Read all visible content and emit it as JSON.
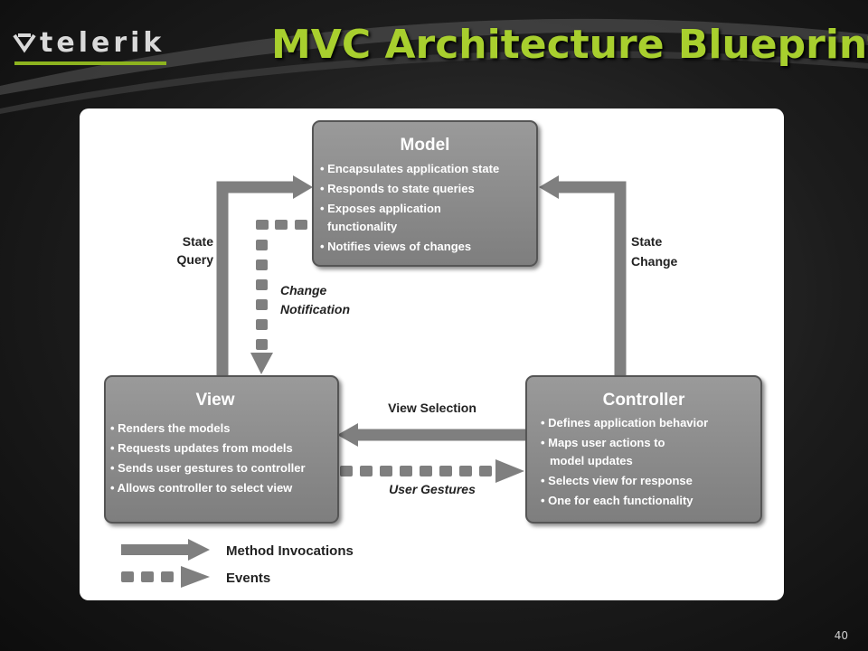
{
  "header": {
    "logo_text": "telerik",
    "title": "MVC Architecture Blueprint"
  },
  "diagram": {
    "model": {
      "title": "Model",
      "bullets": [
        "• Encapsulates application state",
        "• Responds to state queries",
        "• Exposes application",
        "functionality",
        "• Notifies views of changes"
      ]
    },
    "view": {
      "title": "View",
      "bullets": [
        "• Renders the models",
        "• Requests updates from models",
        "• Sends user gestures to controller",
        "• Allows controller to select view"
      ]
    },
    "controller": {
      "title": "Controller",
      "bullets": [
        "• Defines application behavior",
        "• Maps user actions to",
        "model updates",
        "• Selects view for response",
        "• One for each functionality"
      ]
    },
    "labels": {
      "state_query": [
        "State",
        "Query"
      ],
      "state_change": [
        "State",
        "Change"
      ],
      "change_notification": [
        "Change",
        "Notification"
      ],
      "view_selection": "View Selection",
      "user_gestures": "User Gestures"
    },
    "legend": {
      "method_invocations": "Method Invocations",
      "events": "Events"
    }
  },
  "footer": {
    "page_number": "40"
  },
  "colors": {
    "accent_green": "#a8cf2e",
    "box_fill": "#8c8c8c",
    "arrow_gray": "#7f7f7f"
  }
}
